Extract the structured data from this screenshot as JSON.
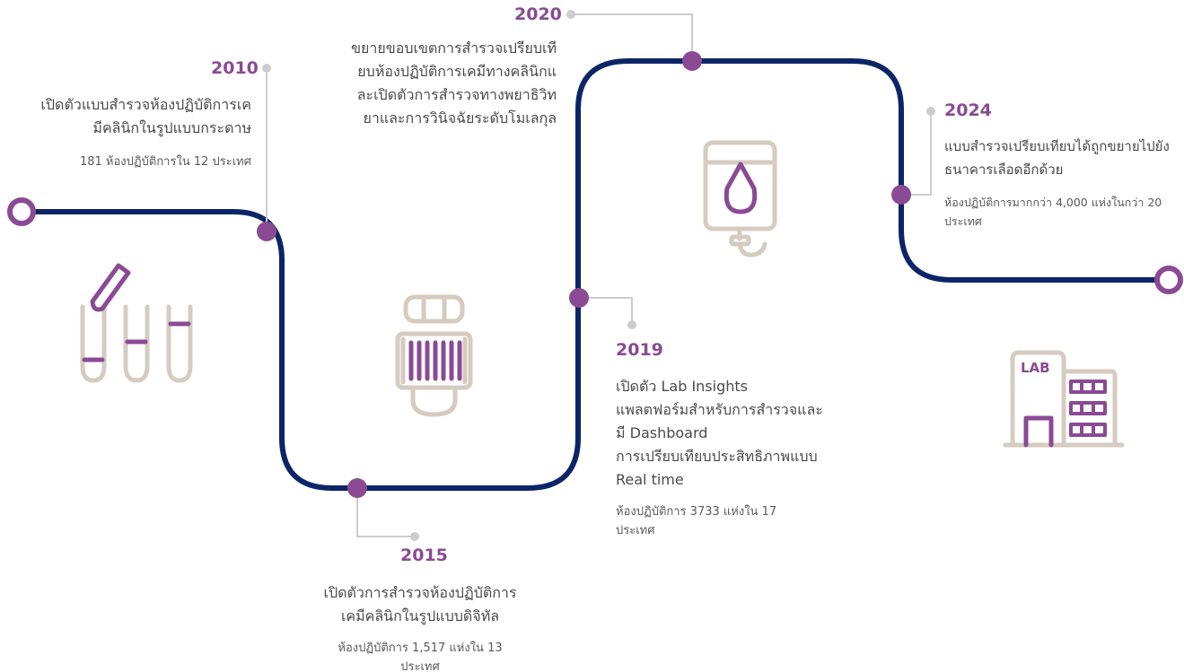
{
  "colors": {
    "path": "#0c2567",
    "accent": "#8a4a94",
    "connector": "#cccccc",
    "icon_neutral": "#d6cbc0",
    "icon_accent": "#8a4a94",
    "text": "#4a4a4a"
  },
  "milestones": [
    {
      "year": "2010",
      "description_lines": [
        "เปิดตัวแบบสำรวจห้องปฏิบัติการเค",
        "มีคลินิกในรูปแบบกระดาษ"
      ],
      "subtext_lines": [
        "181 ห้องปฏิบัติการใน 12 ประเทศ"
      ]
    },
    {
      "year": "2015",
      "description_lines": [
        "เปิดตัวการสำรวจห้องปฏิบัติการ",
        "เคมีคลินิกในรูปแบบดิจิทัล"
      ],
      "subtext_lines": [
        "ห้องปฏิบัติการ 1,517 แห่งใน 13",
        "ประเทศ"
      ]
    },
    {
      "year": "2019",
      "description_lines": [
        "เปิดตัว Lab Insights",
        "แพลตฟอร์มสำหรับการสำรวจและ",
        "มี Dashboard",
        "การเปรียบเทียบประสิทธิภาพแบบ",
        "Real time"
      ],
      "subtext_lines": [
        "ห้องปฏิบัติการ 3733 แห่งใน 17",
        "ประเทศ"
      ]
    },
    {
      "year": "2020",
      "description_lines": [
        "ขยายขอบเขตการสำรวจเปรียบเที",
        "ยบห้องปฏิบัติการเคมีทางคลินิกแ",
        "ละเปิดตัวการสำรวจทางพยาธิวิท",
        "ยาและการวินิจฉัยระดับโมเลกุล"
      ],
      "subtext_lines": []
    },
    {
      "year": "2024",
      "description_lines": [
        "แบบสำรวจเปรียบเทียบได้ถูกขยายไปยัง",
        "ธนาคารเลือดอีกด้วย"
      ],
      "subtext_lines": [
        "ห้องปฏิบัติการมากกว่า 4,000 แห่งในกว่า 20",
        "ประเทศ"
      ]
    }
  ],
  "icons": {
    "test_tubes": "test-tubes-icon",
    "specimen_container": "specimen-container-icon",
    "blood_bag": "blood-bag-icon",
    "lab_building": "lab-building-icon"
  },
  "lab_sign": "LAB"
}
